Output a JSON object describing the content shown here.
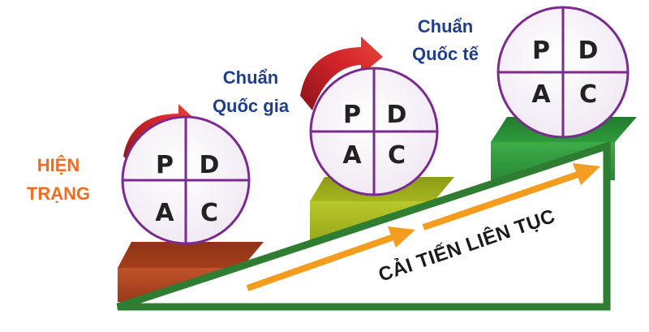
{
  "labels": {
    "current_state_line1": "HIỆN",
    "current_state_line2": "TRẠNG",
    "national_line1": "Chuẩn",
    "national_line2": "Quốc gia",
    "international_line1": "Chuẩn",
    "international_line2": "Quốc tế",
    "continuous_improvement": "CẢI TIẾN LIÊN TỤC"
  },
  "pdca": {
    "p": "P",
    "d": "D",
    "a": "A",
    "c": "C"
  },
  "colors": {
    "orange_text": "#f26b22",
    "blue_text": "#1f3e8c",
    "circle_border": "#7b2b8f",
    "curved_arrow": "#c01f25",
    "ramp_green": "#2e7d32",
    "arrow_orange": "#f39c1d",
    "step_low": "#b84724",
    "step_mid": "#9fb21e",
    "step_high": "#2e9b3d"
  }
}
